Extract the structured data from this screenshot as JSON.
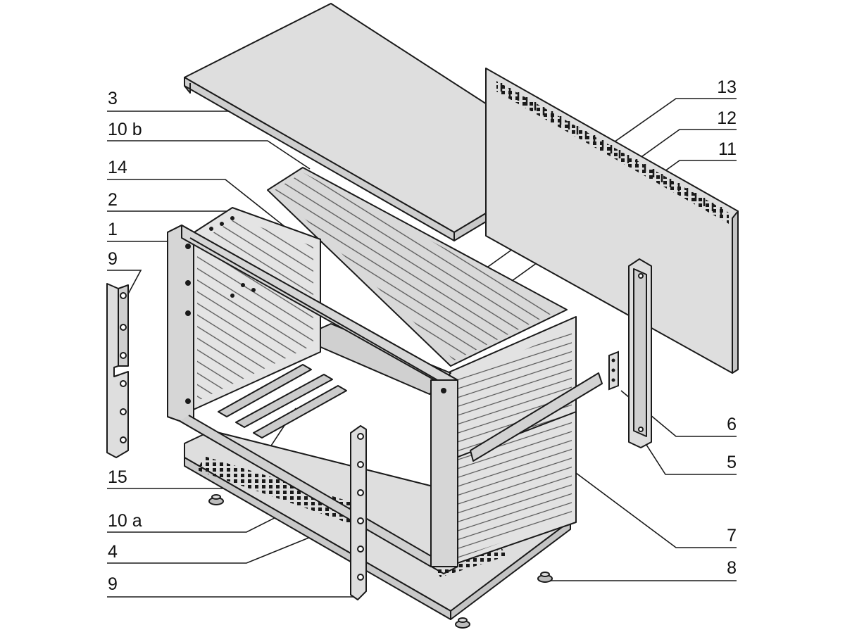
{
  "diagram": {
    "left_labels": [
      {
        "id": "3",
        "text": "3"
      },
      {
        "id": "10b",
        "text": "10 b"
      },
      {
        "id": "14",
        "text": "14"
      },
      {
        "id": "2",
        "text": "2"
      },
      {
        "id": "1",
        "text": "1"
      },
      {
        "id": "9top",
        "text": "9"
      },
      {
        "id": "15",
        "text": "15"
      },
      {
        "id": "10a",
        "text": "10 a"
      },
      {
        "id": "4",
        "text": "4"
      },
      {
        "id": "9bottom",
        "text": "9"
      }
    ],
    "right_labels": [
      {
        "id": "13",
        "text": "13"
      },
      {
        "id": "12",
        "text": "12"
      },
      {
        "id": "11",
        "text": "11"
      },
      {
        "id": "6",
        "text": "6"
      },
      {
        "id": "5",
        "text": "5"
      },
      {
        "id": "7",
        "text": "7"
      },
      {
        "id": "8",
        "text": "8"
      }
    ]
  },
  "colors": {
    "panel_fill": "#dedede",
    "panel_dark": "#c4c4c4",
    "outline": "#1a1a1a",
    "background": "#ffffff"
  }
}
